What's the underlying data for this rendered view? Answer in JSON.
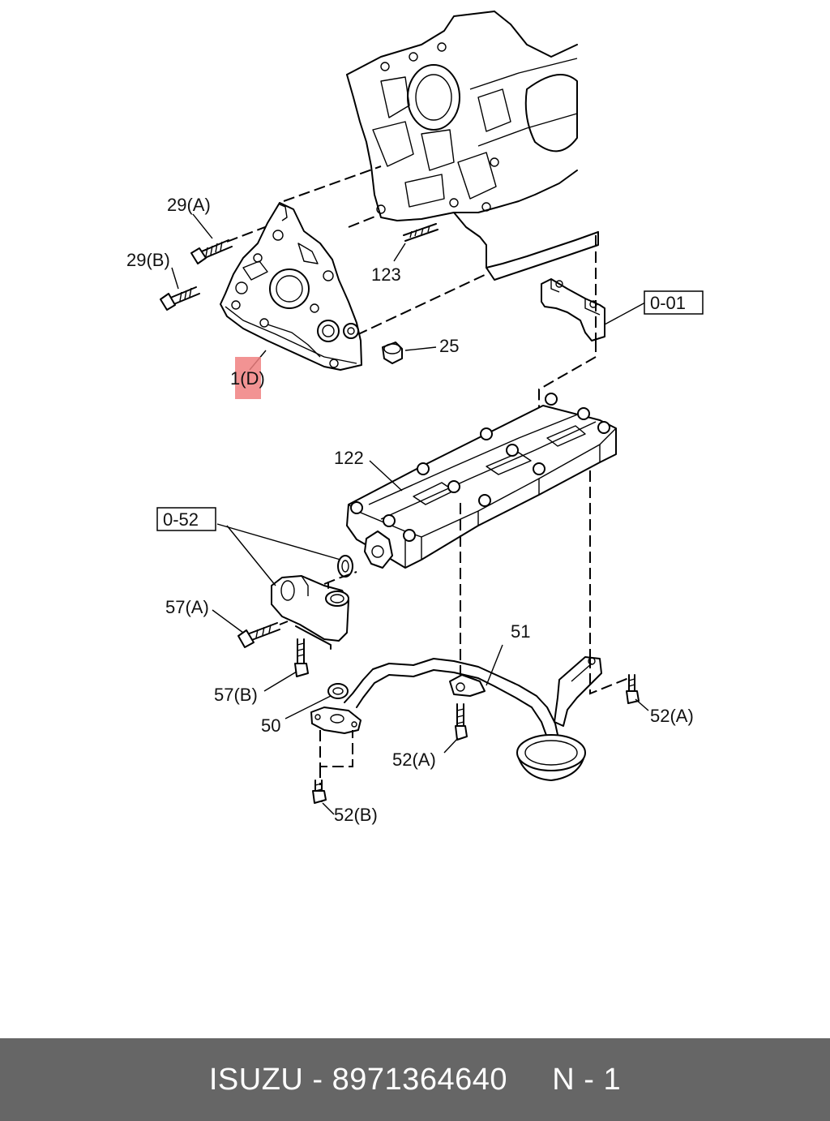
{
  "diagram": {
    "highlight_color": "#f08080",
    "callouts": {
      "c29a": "29(A)",
      "c29b": "29(B)",
      "c123": "123",
      "c25": "25",
      "c1d": "1(D)",
      "c001": "0-01",
      "c122": "122",
      "c052": "0-52",
      "c57a": "57(A)",
      "c57b": "57(B)",
      "c51": "51",
      "c50": "50",
      "c52a_mid": "52(A)",
      "c52a_right": "52(A)",
      "c52b": "52(B)"
    }
  },
  "footer": {
    "text": "ISUZU - 8971364640     N - 1",
    "background": "#666666",
    "text_color": "#ffffff"
  }
}
